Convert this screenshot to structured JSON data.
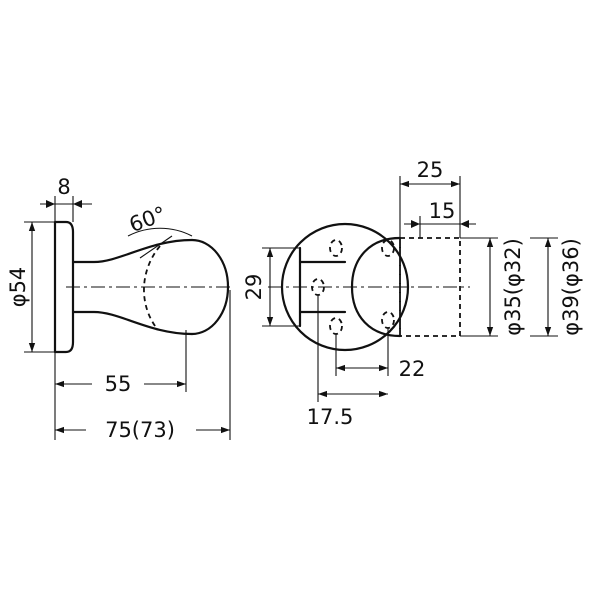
{
  "dimensions": {
    "side": {
      "plate_thickness": "8",
      "plate_diameter": "φ54",
      "angle": "60°",
      "length_to_head": "55",
      "overall_length": "75(73)"
    },
    "front": {
      "head_width": "25",
      "head_inner": "15",
      "height": "29",
      "diameter_outer": "φ39(φ36)",
      "diameter_inner": "φ35(φ32)",
      "hole_pitch": "22",
      "hole_offset": "17.5"
    }
  }
}
